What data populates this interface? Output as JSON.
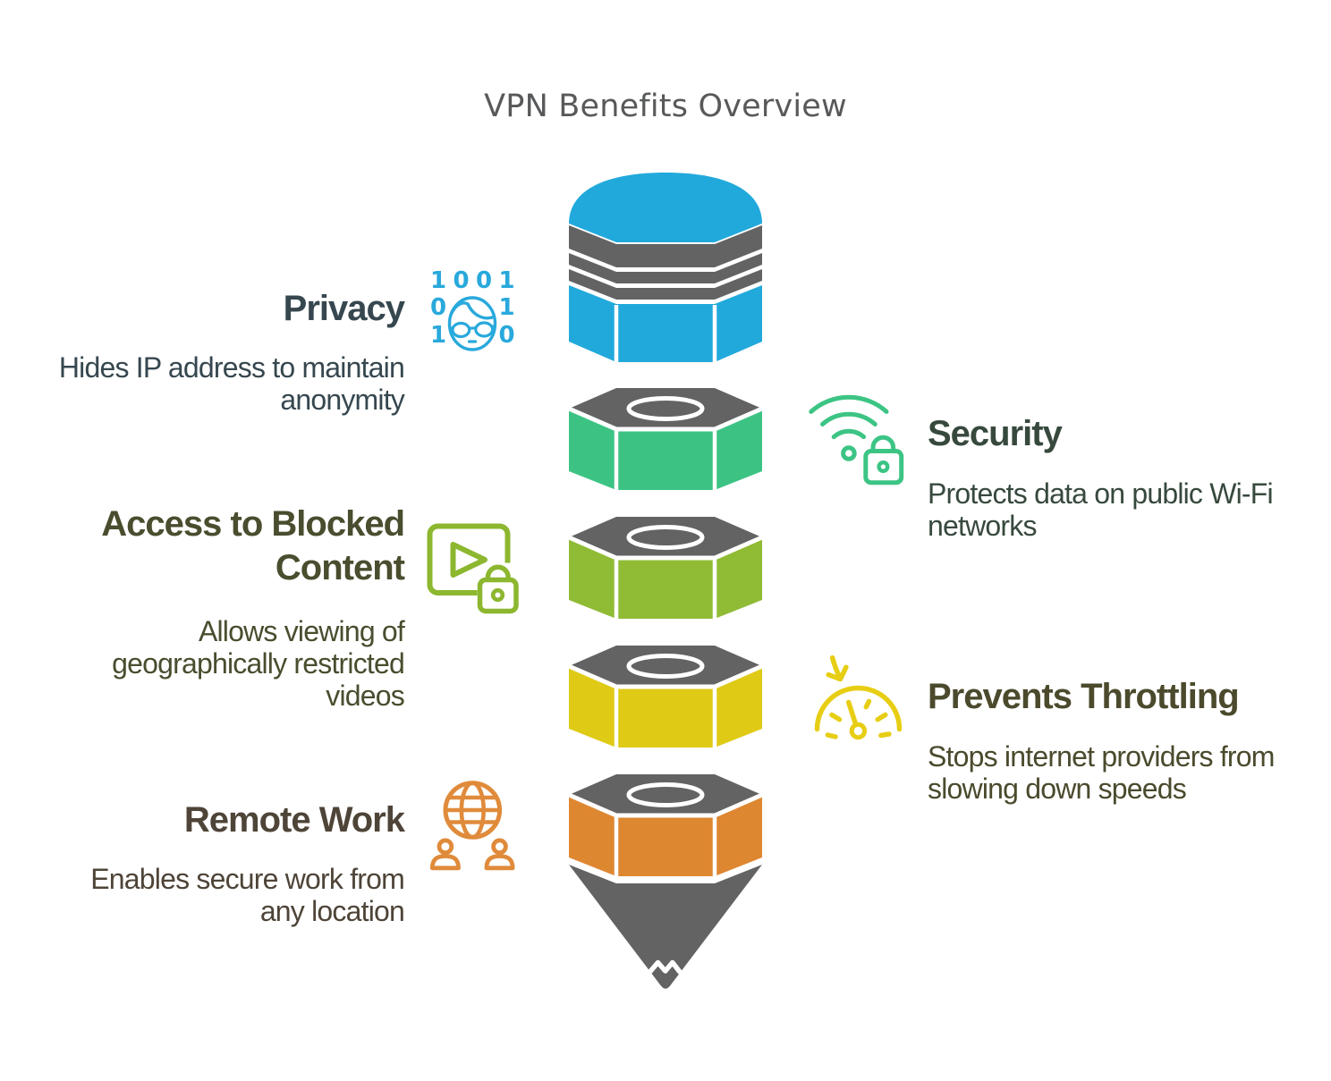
{
  "title": "VPN Benefits Overview",
  "colors": {
    "background": "#FFFFFF",
    "title_text": "#58595B",
    "pencil_gray": "#636363",
    "blue": "#22A9DC",
    "green": "#3CC384",
    "olive": "#90BB35",
    "yellow": "#DFCA16",
    "orange": "#DE8731",
    "icon_blue": "#29A9DC",
    "icon_green": "#3CC484",
    "icon_olive": "#8CB72F",
    "icon_yellow": "#E7CE14",
    "icon_orange": "#E08B3B",
    "separator_white": "#FFFFFF"
  },
  "funnel": {
    "stages": [
      {
        "name": "eraser-cap",
        "color_key": "blue"
      },
      {
        "name": "ferrule",
        "color_key": "pencil_gray"
      },
      {
        "name": "segment-blue",
        "color_key": "blue"
      },
      {
        "name": "segment-green",
        "color_key": "green"
      },
      {
        "name": "segment-olive",
        "color_key": "olive"
      },
      {
        "name": "segment-yellow",
        "color_key": "yellow"
      },
      {
        "name": "segment-orange",
        "color_key": "orange"
      },
      {
        "name": "pencil-tip",
        "color_key": "pencil_gray"
      }
    ]
  },
  "items": [
    {
      "id": "privacy",
      "side": "left",
      "heading_lines": [
        "Privacy"
      ],
      "heading_color": "#36474F",
      "desc_lines": [
        "Hides IP address to maintain",
        "anonymity"
      ],
      "icon": "anonymous-user-binary-icon"
    },
    {
      "id": "security",
      "side": "right",
      "heading_lines": [
        "Security"
      ],
      "heading_color": "#37493D",
      "desc_lines": [
        "Protects data on public Wi-Fi",
        "networks"
      ],
      "icon": "wifi-lock-icon"
    },
    {
      "id": "access",
      "side": "left",
      "heading_lines": [
        "Access to Blocked",
        "Content"
      ],
      "heading_color": "#4A4D2E",
      "desc_lines": [
        "Allows viewing of",
        "geographically restricted",
        "videos"
      ],
      "icon": "video-lock-icon"
    },
    {
      "id": "throttling",
      "side": "right",
      "heading_lines": [
        "Prevents Throttling"
      ],
      "heading_color": "#4B4A2D",
      "desc_lines": [
        "Stops internet providers from",
        "slowing down speeds"
      ],
      "icon": "speedometer-arrow-icon"
    },
    {
      "id": "remote",
      "side": "left",
      "heading_lines": [
        "Remote Work"
      ],
      "heading_color": "#4E4438",
      "desc_lines": [
        "Enables secure work from",
        "any location"
      ],
      "icon": "globe-people-icon"
    }
  ],
  "privacy_icon_digits": {
    "row1": [
      "1",
      "0",
      "0",
      "1"
    ],
    "row2": [
      "0",
      "1"
    ],
    "row3": [
      "1",
      "0"
    ]
  }
}
